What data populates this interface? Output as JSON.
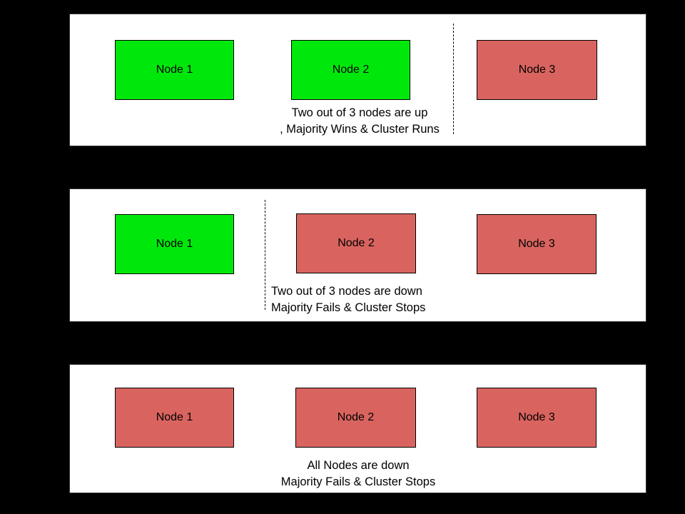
{
  "colors": {
    "background": "#000000",
    "panel_background": "#ffffff",
    "node_up": "#00e80b",
    "node_down": "#d9645f",
    "node_border": "#000000",
    "text": "#000000"
  },
  "panels": [
    {
      "name": "two-nodes-up",
      "nodes": [
        {
          "label": "Node 1",
          "status": "up"
        },
        {
          "label": "Node 2",
          "status": "up"
        },
        {
          "label": "Node 3",
          "status": "down"
        }
      ],
      "partition": "between Node 2 and Node 3",
      "caption": {
        "line1": "Two out of 3 nodes are up",
        "line2": ", Majority Wins & Cluster Runs"
      }
    },
    {
      "name": "two-nodes-down",
      "nodes": [
        {
          "label": "Node 1",
          "status": "up"
        },
        {
          "label": "Node 2",
          "status": "down"
        },
        {
          "label": "Node 3",
          "status": "down"
        }
      ],
      "partition": "between Node 1 and Node 2",
      "caption": {
        "line1": "Two out of 3 nodes are down",
        "line2": "Majority Fails & Cluster Stops"
      }
    },
    {
      "name": "all-nodes-down",
      "nodes": [
        {
          "label": "Node 1",
          "status": "down"
        },
        {
          "label": "Node 2",
          "status": "down"
        },
        {
          "label": "Node 3",
          "status": "down"
        }
      ],
      "partition": null,
      "caption": {
        "line1": "All Nodes are down",
        "line2": "Majority Fails & Cluster Stops"
      }
    }
  ]
}
